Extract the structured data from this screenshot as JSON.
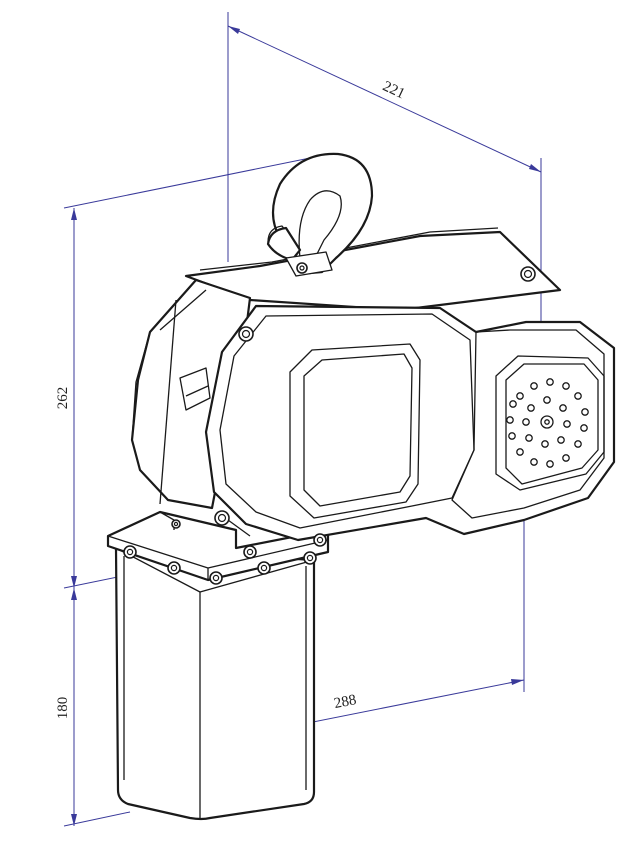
{
  "dimensions": {
    "width_top": "221",
    "height_body": "262",
    "height_container": "180",
    "width_bottom": "288"
  }
}
